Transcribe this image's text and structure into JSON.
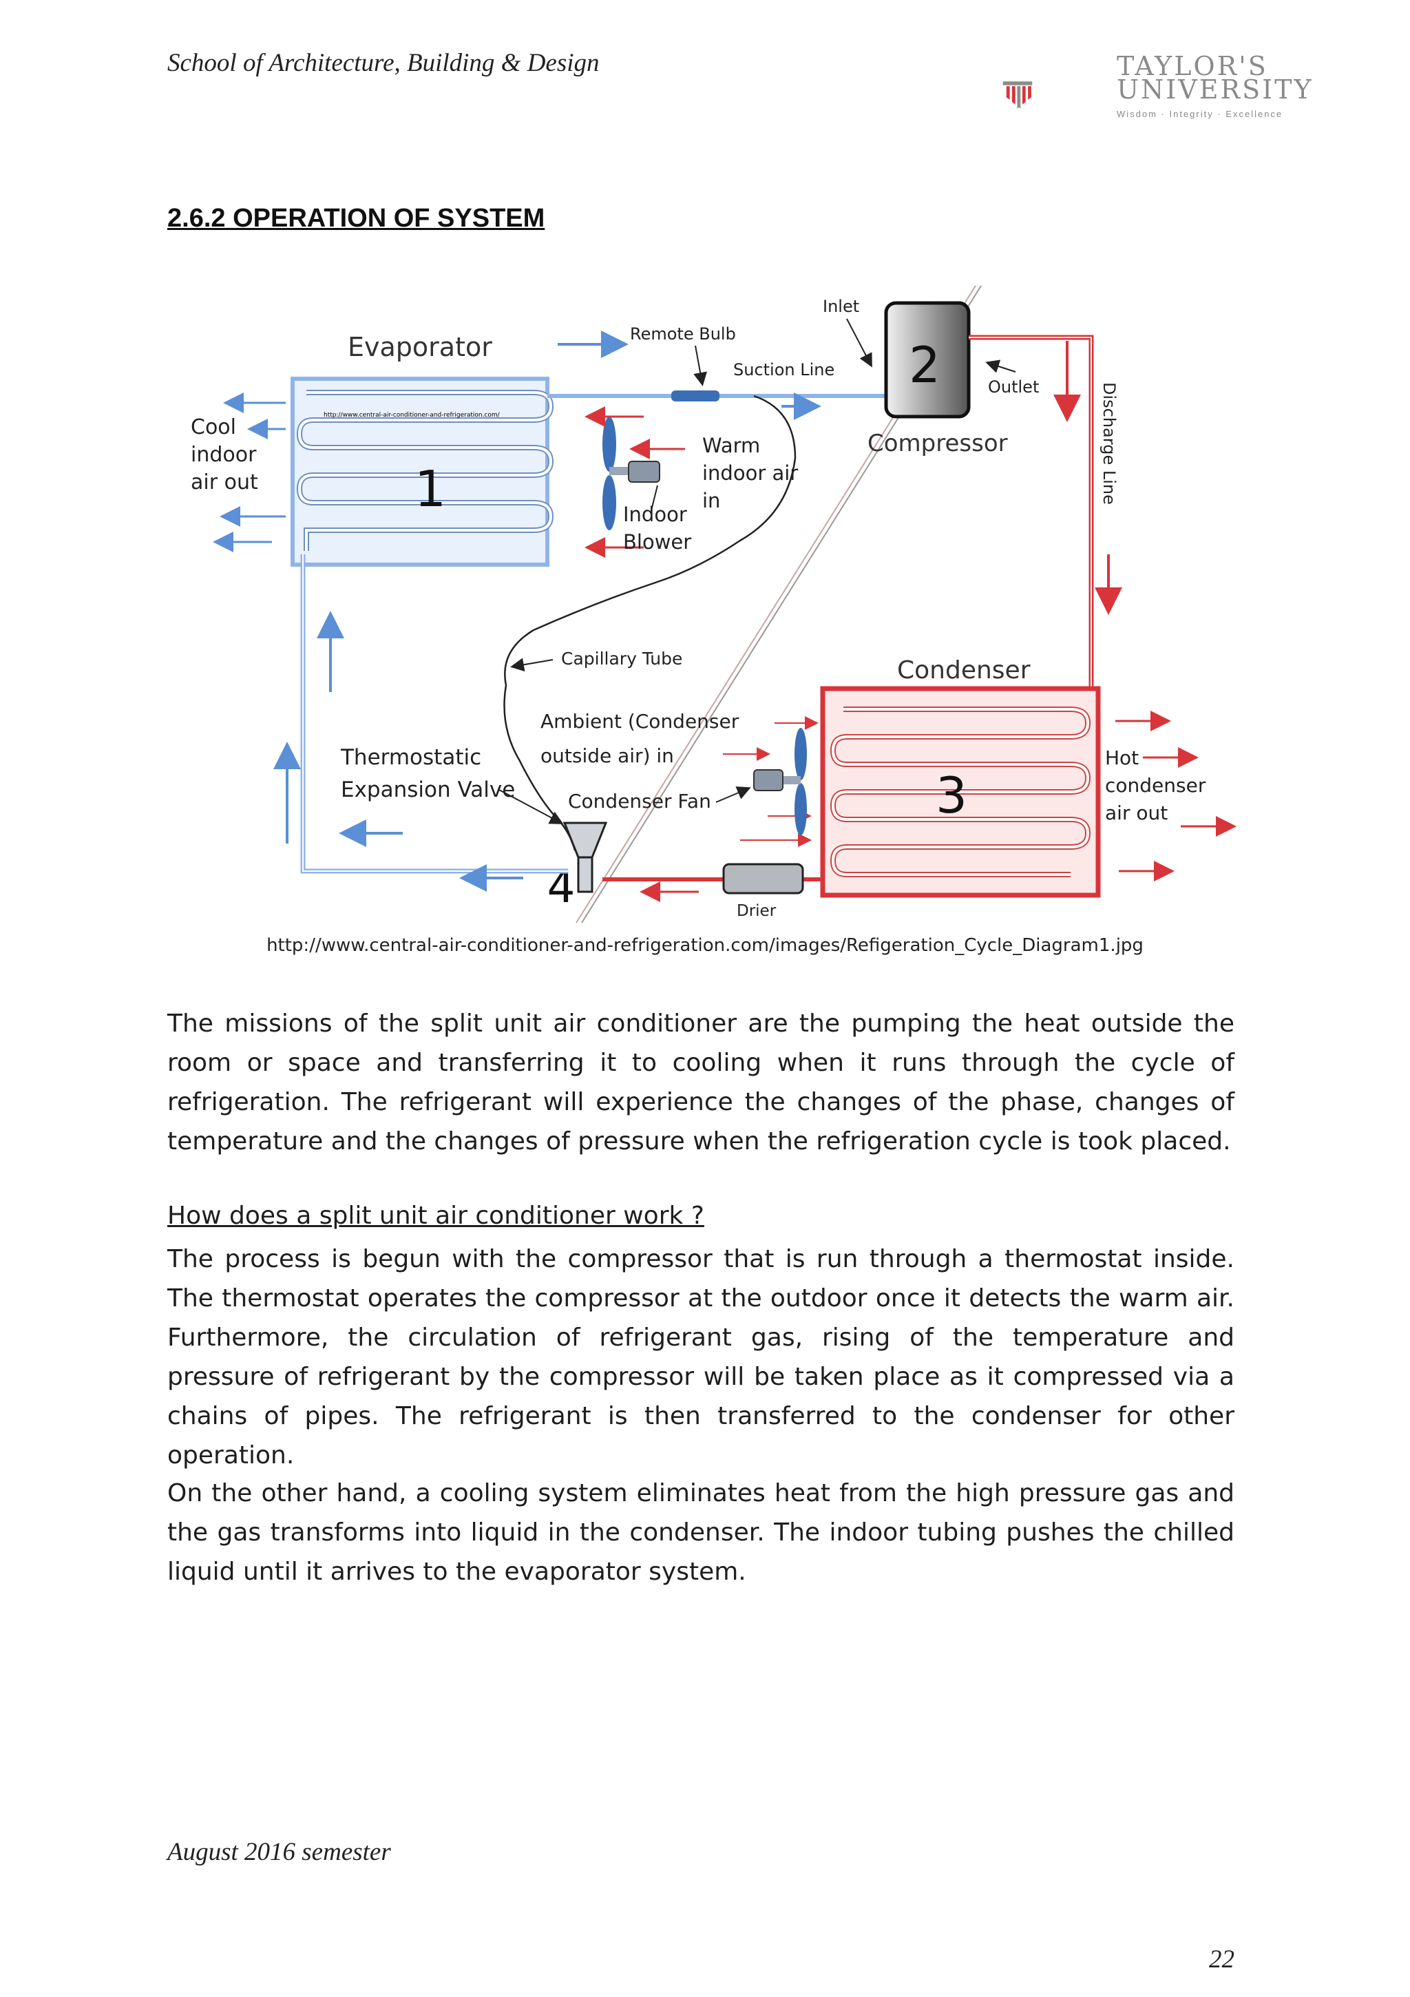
{
  "header": {
    "school": "School of Architecture, Building & Design",
    "logo_name_line1": "TAYLOR'S",
    "logo_name_line2": "UNIVERSITY",
    "logo_tagline": "Wisdom · Integrity · Excellence"
  },
  "section_heading": "2.6.2 OPERATION OF SYSTEM",
  "diagram": {
    "evaporator": "Evaporator",
    "evaporator_url": "http://www.central-air-conditioner-and-refrigeration.com/",
    "remote_bulb": "Remote Bulb",
    "suction_line": "Suction Line",
    "inlet": "Inlet",
    "outlet": "Outlet",
    "compressor": "Compressor",
    "discharge_line": "Discharge Line",
    "cool_1": "Cool",
    "cool_2": "indoor",
    "cool_3": "air out",
    "warm_1": "Warm",
    "warm_2": "indoor air",
    "warm_3": "in",
    "blower_1": "Indoor",
    "blower_2": "Blower",
    "capillary_tube": "Capillary Tube",
    "condenser": "Condenser",
    "ambient_1": "Ambient (Condenser",
    "ambient_2": "outside air) in",
    "tev_1": "Thermostatic",
    "tev_2": "Expansion Valve",
    "condenser_fan": "Condenser  Fan",
    "hot_1": "Hot",
    "hot_2": "condenser",
    "hot_3": "air out",
    "drier": "Drier",
    "num_1": "1",
    "num_2": "2",
    "num_3": "3",
    "num_4": "4",
    "colors": {
      "cold": "#5b8fd6",
      "hot": "#d9343a"
    }
  },
  "caption": "http://www.central-air-conditioner-and-refrigeration.com/images/Refigeration_Cycle_Diagram1.jpg",
  "paragraph_1": "The missions of the split unit air conditioner are the pumping the heat outside the room or space and transferring it to cooling when it runs through the cycle of refrigeration. The refrigerant will experience the changes of the phase, changes of temperature and the changes of pressure when the refrigeration cycle is took placed.",
  "subheading": "How does a split unit air conditioner work ?",
  "paragraph_2": "The process is begun with the compressor that is run through a thermostat inside. The thermostat operates the compressor at the outdoor once it detects the warm air. Furthermore, the circulation of refrigerant gas, rising of the temperature and pressure of refrigerant by the compressor will be taken place as it compressed via a chains of pipes. The refrigerant is then transferred to the condenser for other operation.",
  "paragraph_3": "On the other hand, a cooling system eliminates heat from the high pressure gas and the gas transforms into liquid in the condenser. The indoor tubing pushes the chilled liquid until it arrives to the evaporator system.",
  "footer": {
    "semester": "August 2016 semester",
    "page_number": "22"
  }
}
